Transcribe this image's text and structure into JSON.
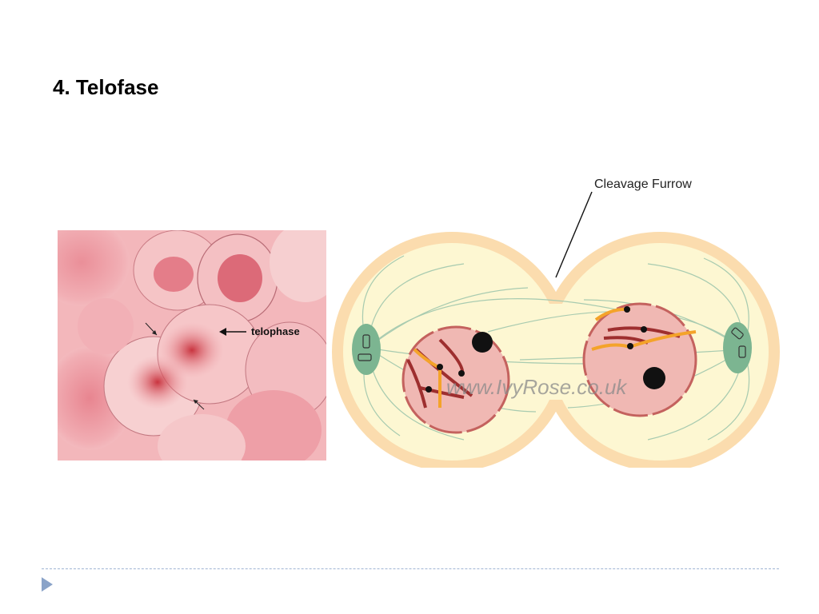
{
  "slide": {
    "title": "4. Telofase"
  },
  "micrograph": {
    "label": "telophase"
  },
  "diagram": {
    "furrow_label": "Cleavage Furrow",
    "watermark": "www.IvyRose.co.uk"
  },
  "colors": {
    "cell_outer": "#fbdcae",
    "cytoplasm": "#fdf7d2",
    "nucleus": "#f0b8b3",
    "spindle": "#a8cbb0",
    "centrosome": "#7cb591",
    "chromosome_orange": "#f4a32a",
    "chromosome_red": "#9e2f2f",
    "micro_pink": "#e88a93"
  }
}
